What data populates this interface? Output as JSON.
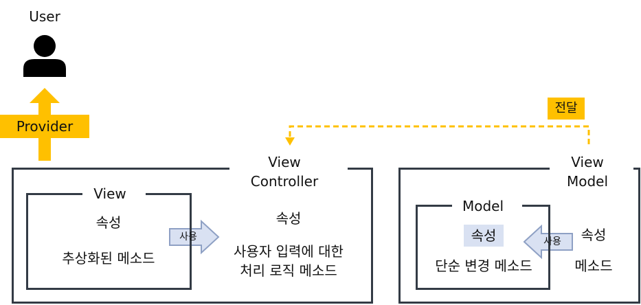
{
  "user": {
    "label": "User",
    "icon": "user-icon"
  },
  "provider": {
    "label": "Provider",
    "color": "#ffc000"
  },
  "transfer_badge": {
    "label": "전달",
    "color": "#ffc000"
  },
  "view_controller": {
    "title_line1": "View",
    "title_line2": "Controller",
    "attribute": "속성",
    "method_line1": "사용자 입력에 대한",
    "method_line2": "처리 로직 메소드"
  },
  "view": {
    "title": "View",
    "attribute": "속성",
    "method": "추상화된 메소드",
    "uses_arrow": "사용"
  },
  "view_model": {
    "title_line1": "View",
    "title_line2": "Model",
    "attribute": "속성",
    "method": "메소드"
  },
  "model": {
    "title": "Model",
    "attribute": "속성",
    "method": "단순 변경 메소드",
    "uses_arrow": "사용"
  },
  "colors": {
    "border": "#333b45",
    "accent": "#ffc000",
    "arrow_fill": "#d9e1f2",
    "arrow_stroke": "#8ea0c4",
    "highlight": "#d9e1f2"
  }
}
